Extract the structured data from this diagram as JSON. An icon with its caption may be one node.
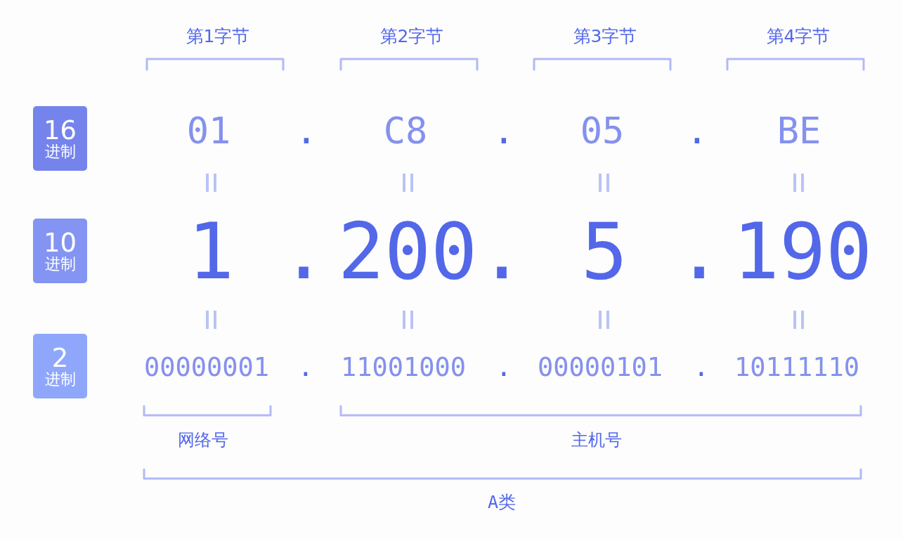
{
  "diagram": {
    "nodes": [
      {
        "text": [
          "16",
          "进制"
        ]
      },
      {
        "text": [
          "10",
          "进制"
        ]
      },
      {
        "text": [
          "2",
          "进制"
        ]
      }
    ],
    "labels": [
      "第1字节",
      "第2字节",
      "第3字节",
      "第4字节",
      "01",
      ".",
      "C8",
      ".",
      "05",
      ".",
      "BE",
      "1",
      ".",
      "200",
      ".",
      "5",
      ".",
      "190",
      "00000001",
      ".",
      "11001000",
      ".",
      "00000101",
      ".",
      "10111110",
      "网络号",
      "主机号",
      "A类"
    ]
  }
}
